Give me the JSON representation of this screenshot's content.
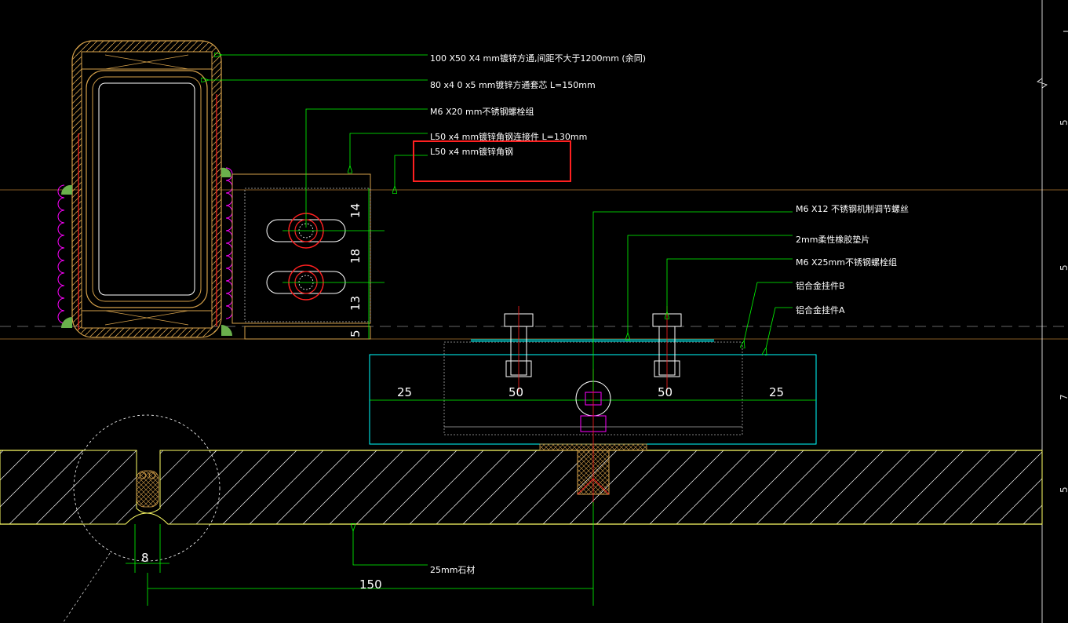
{
  "annotations": {
    "a1": "100 X50 X4 mm镀锌方通,间距不大于1200mm (余同)",
    "a2": "80 x4 0 x5 mm镀锌方通套芯  L=150mm",
    "a3": "M6 X20 mm不锈钢螺栓组",
    "a4": "L50 x4 mm镀锌角钢连接件  L=130mm",
    "a5": "L50 x4 mm镀锌角钢",
    "a6": "M6 X12 不锈钢机制调节螺丝",
    "a7": "2mm柔性橡胶垫片",
    "a8": "M6 X25mm不锈钢螺栓组",
    "a9": "铝合金挂件B",
    "a10": "铝合金挂件A",
    "a11": "25mm石材"
  },
  "dimensions": {
    "d14": "14",
    "d18": "18",
    "d13": "13",
    "d5": "5",
    "d25a": "25",
    "d50a": "50",
    "d50b": "50",
    "d25b": "25",
    "d8": "8",
    "d150": "150"
  },
  "side_marks": [
    "5",
    "5",
    "7",
    "5"
  ],
  "colors": {
    "background": "#000000",
    "leader": "#00ff00",
    "steel": "#d4a04a",
    "stone": "#ffff66",
    "bracket": "#00ffff",
    "highlight": "#ff2020",
    "bolt": "#ff00ff",
    "weld": "#6ab04c"
  }
}
